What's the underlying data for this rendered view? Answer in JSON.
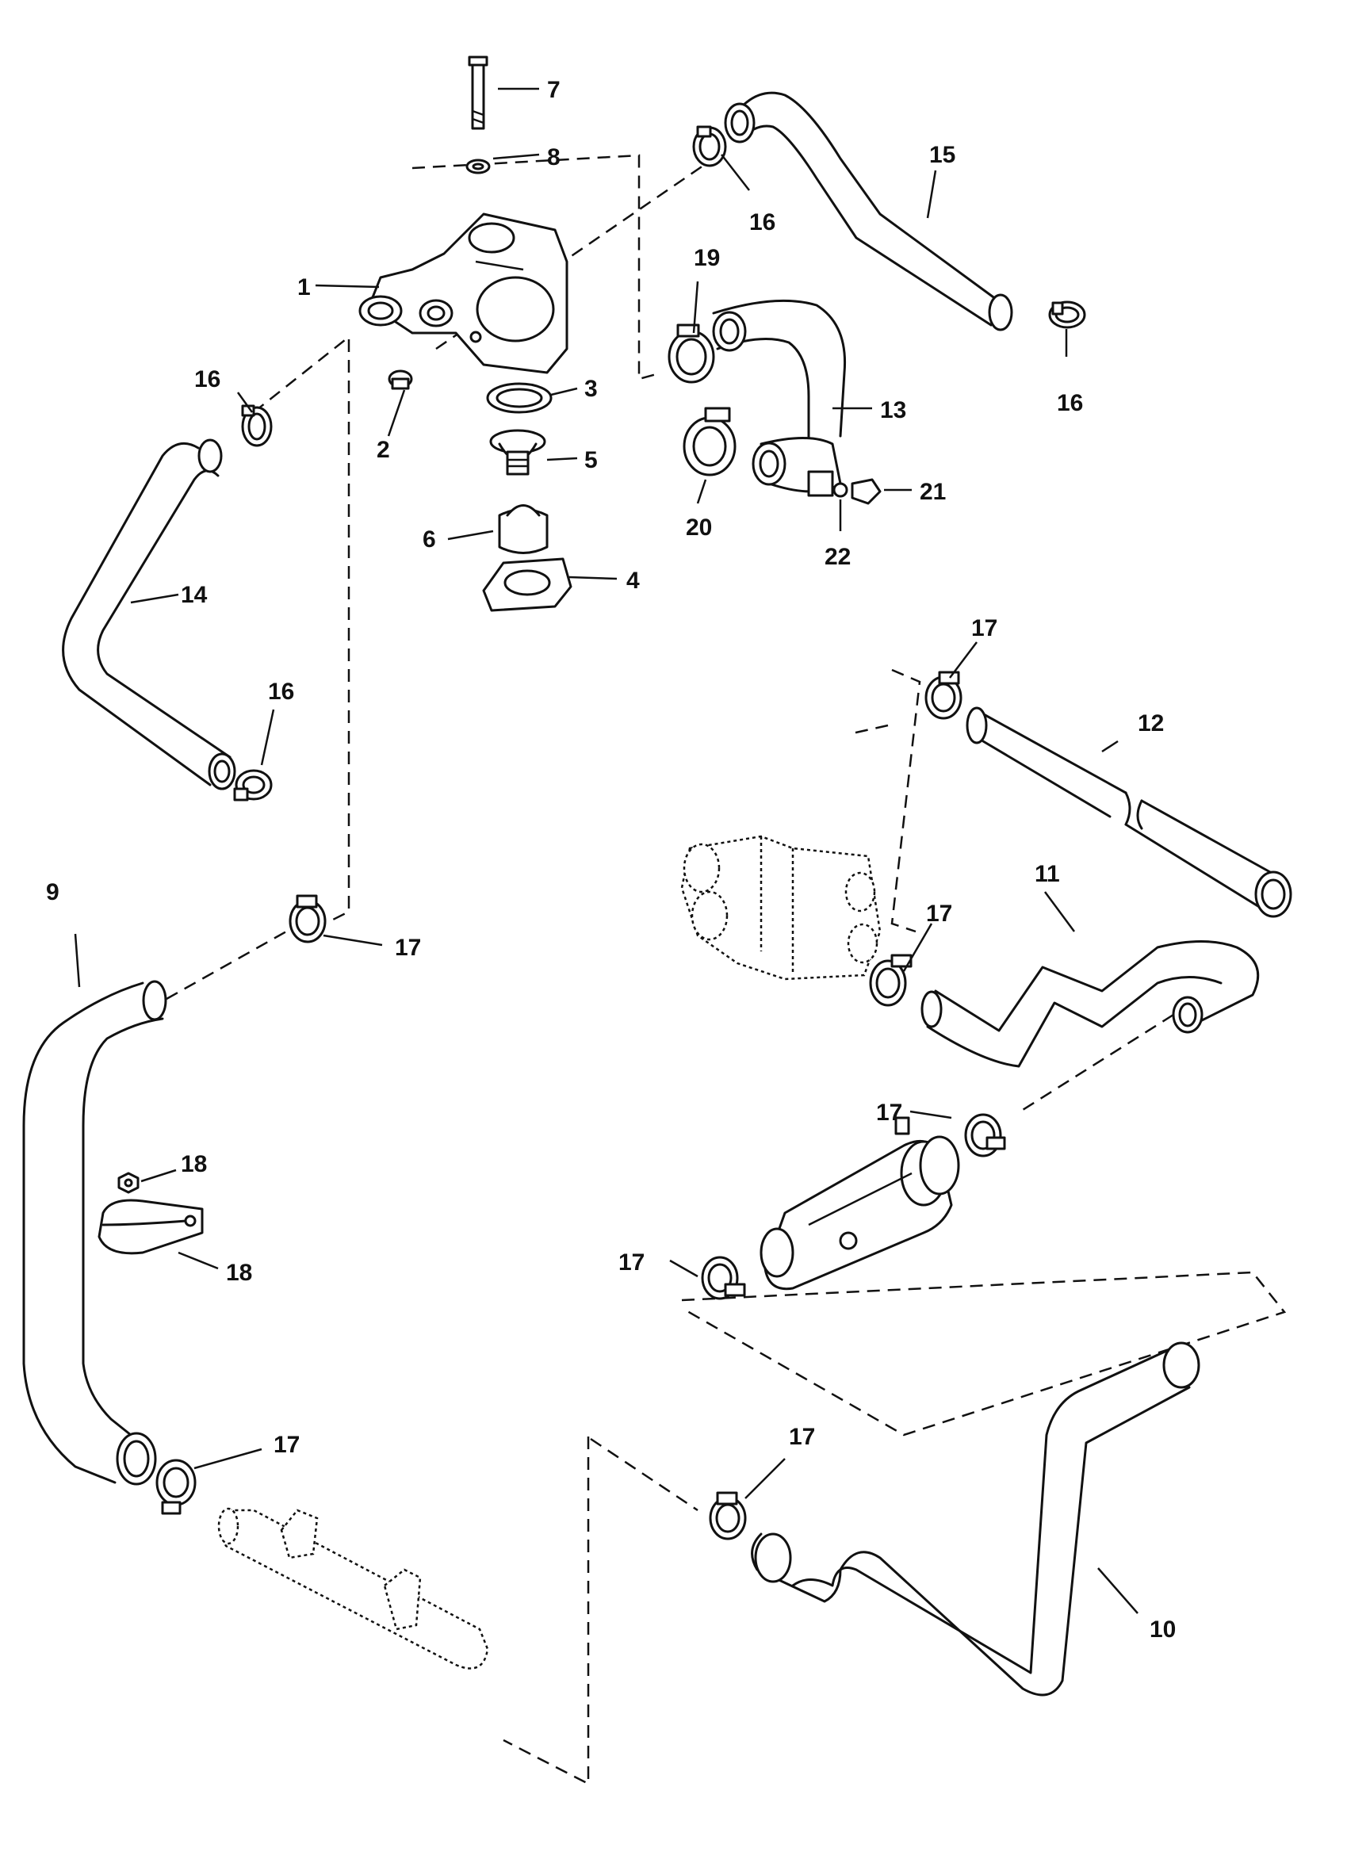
{
  "callouts": [
    {
      "id": "c1",
      "label": "1"
    },
    {
      "id": "c2",
      "label": "2"
    },
    {
      "id": "c3",
      "label": "3"
    },
    {
      "id": "c4",
      "label": "4"
    },
    {
      "id": "c5",
      "label": "5"
    },
    {
      "id": "c6",
      "label": "6"
    },
    {
      "id": "c7",
      "label": "7"
    },
    {
      "id": "c8",
      "label": "8"
    },
    {
      "id": "c9",
      "label": "9"
    },
    {
      "id": "c10",
      "label": "10"
    },
    {
      "id": "c11",
      "label": "11"
    },
    {
      "id": "c12",
      "label": "12"
    },
    {
      "id": "c13",
      "label": "13"
    },
    {
      "id": "c14",
      "label": "14"
    },
    {
      "id": "c15",
      "label": "15"
    },
    {
      "id": "c16a",
      "label": "16"
    },
    {
      "id": "c16b",
      "label": "16"
    },
    {
      "id": "c16c",
      "label": "16"
    },
    {
      "id": "c16d",
      "label": "16"
    },
    {
      "id": "c17a",
      "label": "17"
    },
    {
      "id": "c17b",
      "label": "17"
    },
    {
      "id": "c17c",
      "label": "17"
    },
    {
      "id": "c17d",
      "label": "17"
    },
    {
      "id": "c17e",
      "label": "17"
    },
    {
      "id": "c17f",
      "label": "17"
    },
    {
      "id": "c17g",
      "label": "17"
    },
    {
      "id": "c18a",
      "label": "18"
    },
    {
      "id": "c18b",
      "label": "18"
    },
    {
      "id": "c19",
      "label": "19"
    },
    {
      "id": "c20",
      "label": "20"
    },
    {
      "id": "c21",
      "label": "21"
    },
    {
      "id": "c22",
      "label": "22"
    }
  ]
}
